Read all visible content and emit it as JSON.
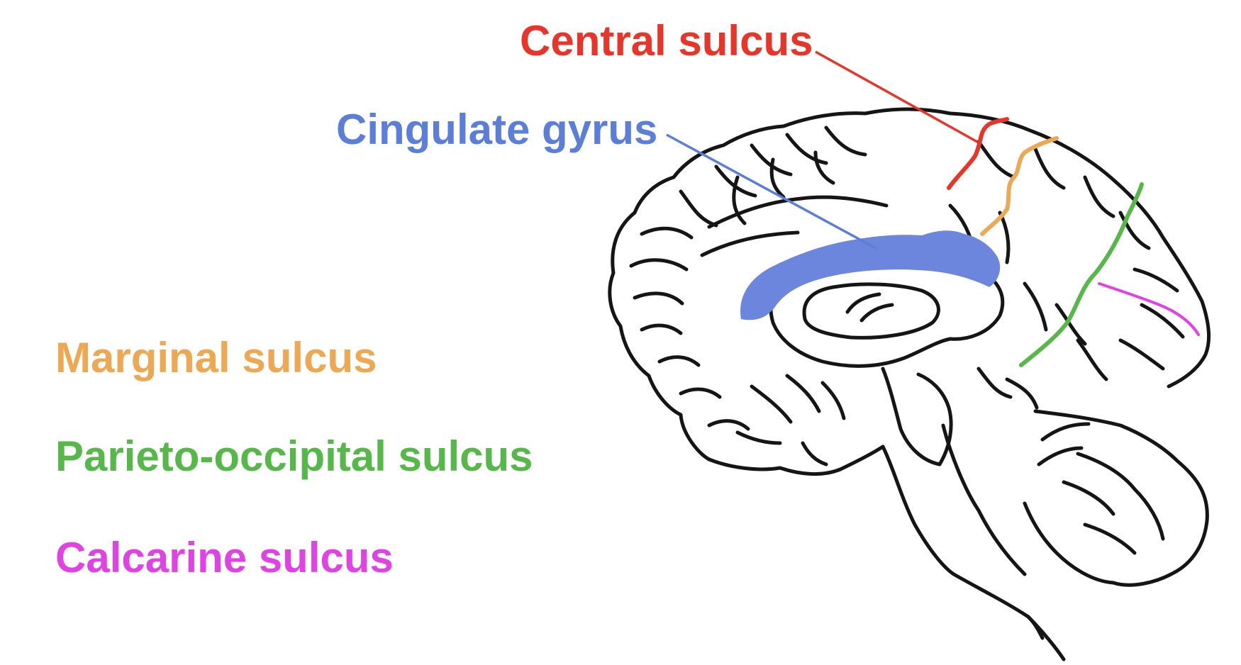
{
  "labels": {
    "central_sulcus": "Central sulcus",
    "cingulate_gyrus": "Cingulate gyrus",
    "marginal_sulcus": "Marginal sulcus",
    "parieto_occipital_sulcus": "Parieto-occipital sulcus",
    "calcarine_sulcus": "Calcarine sulcus"
  },
  "colors": {
    "central_sulcus": "#e8352a",
    "cingulate_gyrus": "#5b7fd8",
    "cingulate_fill": "#6b86dc",
    "marginal_sulcus": "#eda854",
    "parieto_occipital_sulcus": "#56b849",
    "calcarine_sulcus": "#e043e4",
    "outline": "#151515"
  },
  "icons": {
    "brain": "brain-sagittal-drawing"
  }
}
